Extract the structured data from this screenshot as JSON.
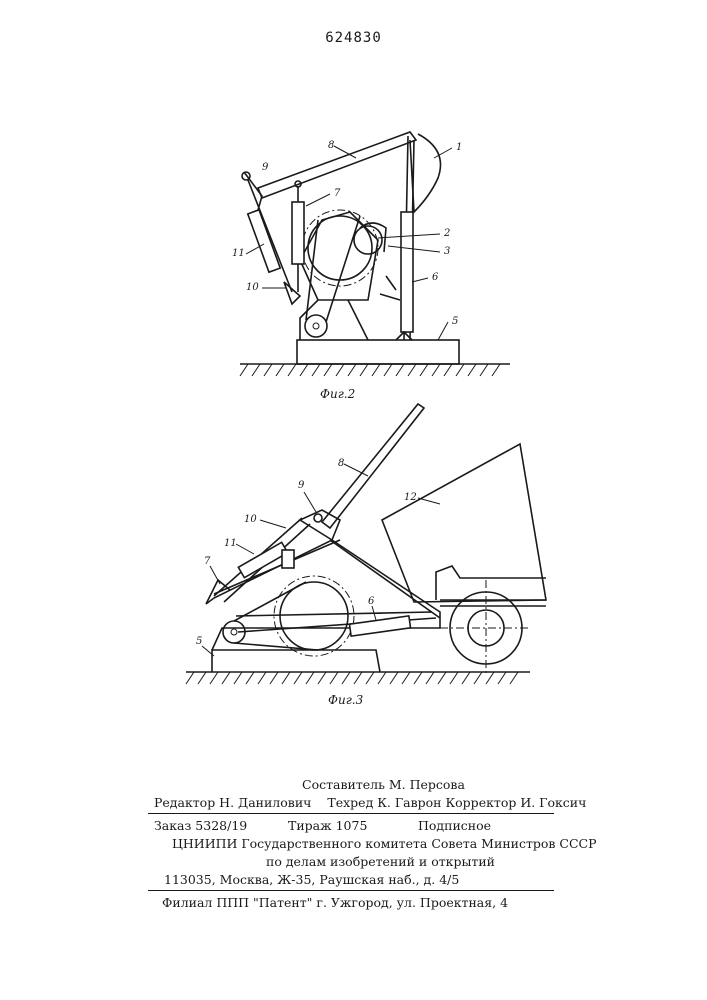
{
  "page_number": "624830",
  "figure2": {
    "caption": "Фиг.2",
    "labels": {
      "l1": "1",
      "l2": "2",
      "l3": "3",
      "l5": "5",
      "l6": "6",
      "l7": "7",
      "l8": "8",
      "l9": "9",
      "l10": "10",
      "l11": "11"
    }
  },
  "figure3": {
    "caption": "Фиг.3",
    "labels": {
      "l5": "5",
      "l6": "6",
      "l7": "7",
      "l8": "8",
      "l9": "9",
      "l10": "10",
      "l11": "11",
      "l12": "12"
    }
  },
  "imprint": {
    "compiler": "Составитель М. Персова",
    "editor": "Редактор Н. Данилович",
    "techred": "Техред К. Гаврон",
    "corrector": "Корректор И. Гоксич",
    "order": "Заказ 5328/19",
    "circulation": "Тираж 1075",
    "subscription": "Подписное",
    "org_line1": "ЦНИИПИ Государственного комитета Совета Министров СССР",
    "org_line2": "по делам изобретений и открытий",
    "address": "113035, Москва, Ж-35, Раушская наб., д. 4/5",
    "branch": "Филиал ППП \"Патент\" г. Ужгород, ул. Проектная, 4"
  }
}
